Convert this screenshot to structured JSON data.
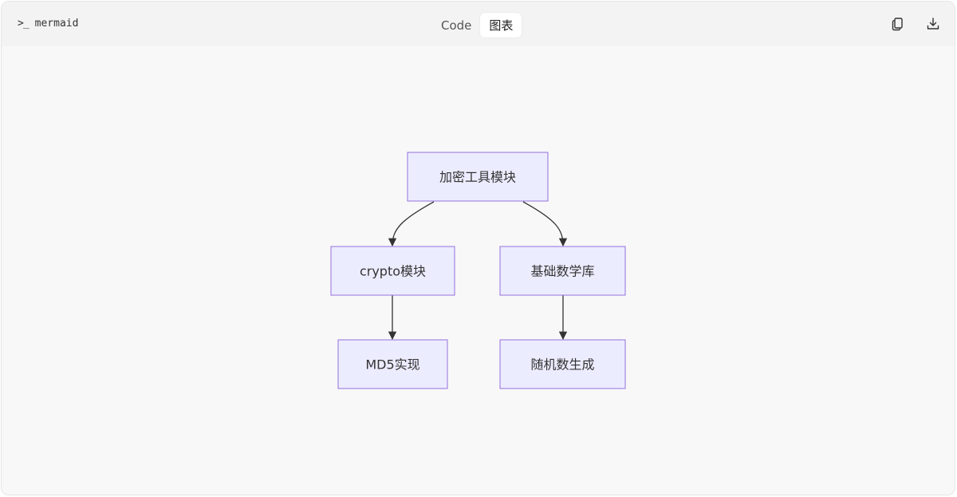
{
  "toolbar": {
    "language_label": "mermaid",
    "prompt_symbol": ">_",
    "tabs": [
      {
        "label": "Code",
        "active": false
      },
      {
        "label": "图表",
        "active": true
      }
    ],
    "copy_icon": "copy-icon",
    "download_icon": "download-icon"
  },
  "diagram": {
    "type": "flowchart-TD",
    "nodes": {
      "root": "加密工具模块",
      "crypto": "crypto模块",
      "math": "基础数学库",
      "md5": "MD5实现",
      "rng": "随机数生成"
    },
    "edges": [
      [
        "root",
        "crypto"
      ],
      [
        "root",
        "math"
      ],
      [
        "crypto",
        "md5"
      ],
      [
        "math",
        "rng"
      ]
    ],
    "colors": {
      "node_fill": "#ececff",
      "node_stroke": "#9370db",
      "edge": "#333333"
    }
  }
}
